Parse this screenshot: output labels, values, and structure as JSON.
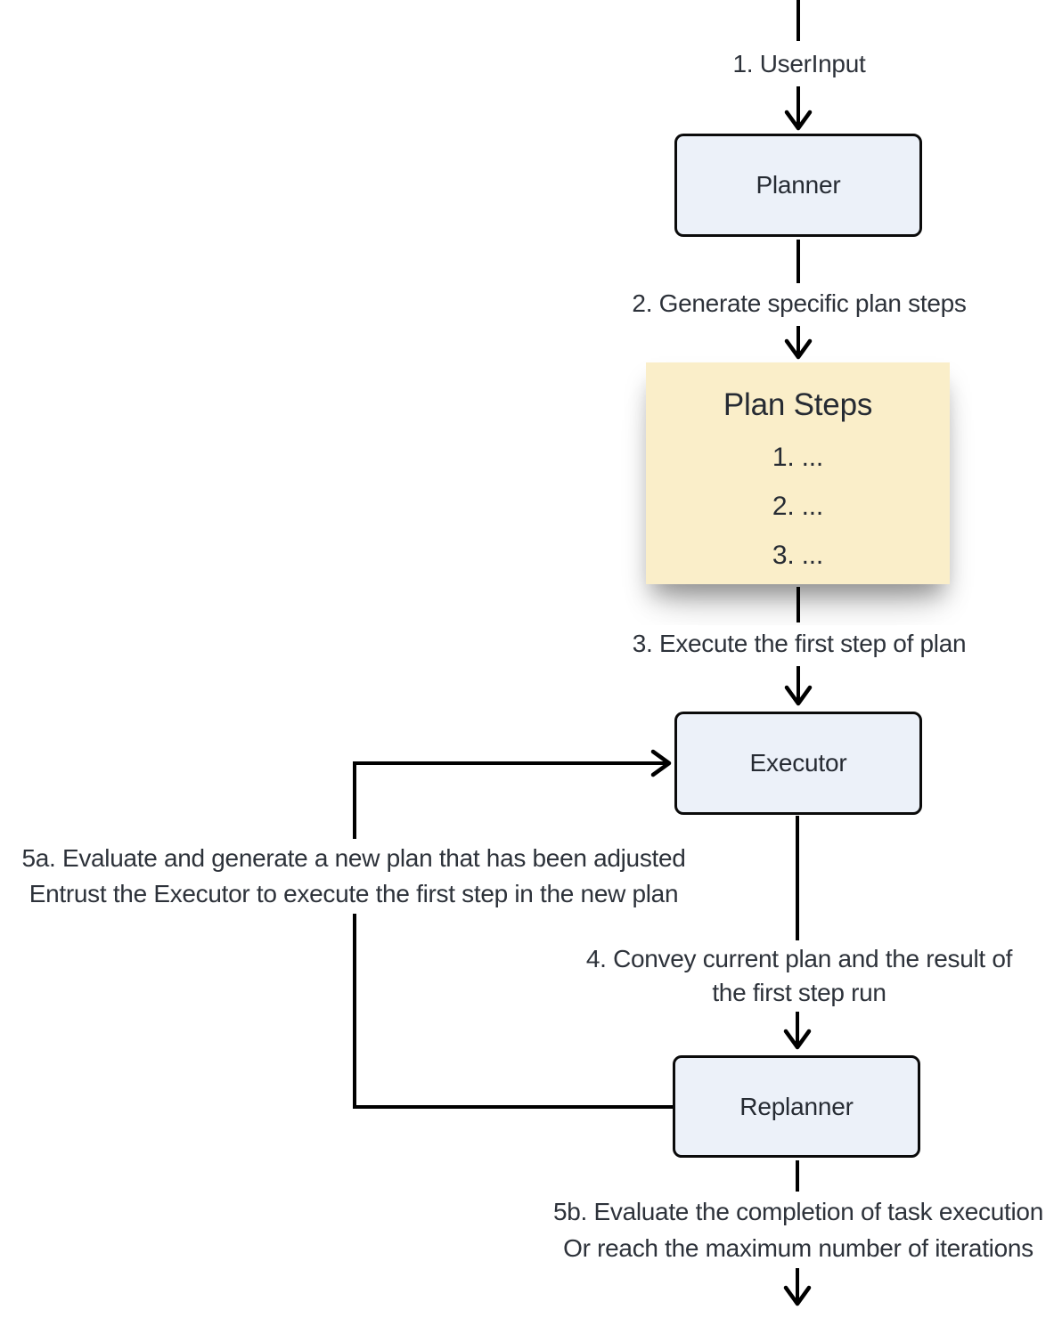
{
  "diagram": {
    "background": "#ffffff",
    "colors": {
      "node_fill": "#ECF1F9",
      "node_border": "#0b0b0b",
      "plan_steps_fill": "#FAEEC9",
      "text": "#2b3038",
      "line": "#000000"
    },
    "nodes": {
      "planner": {
        "label": "Planner"
      },
      "plan_steps": {
        "title": "Plan Steps",
        "items": [
          "1. ...",
          "2. ...",
          "3. ..."
        ]
      },
      "executor": {
        "label": "Executor"
      },
      "replanner": {
        "label": "Replanner"
      }
    },
    "edges": {
      "user_input": {
        "label": "1. UserInput"
      },
      "generate_steps": {
        "label": "2. Generate specific plan steps"
      },
      "execute_first": {
        "label": "3. Execute the first step of plan"
      },
      "convey_result": {
        "line1": "4. Convey current plan and the result of",
        "line2": "the first step run"
      },
      "replan_loop": {
        "line1": "5a. Evaluate and generate a new plan that has been adjusted",
        "line2": "Entrust the Executor to execute the first step in the new plan"
      },
      "finish": {
        "line1": "5b. Evaluate the completion of task execution",
        "line2": "Or reach the maximum number of iterations"
      }
    }
  }
}
